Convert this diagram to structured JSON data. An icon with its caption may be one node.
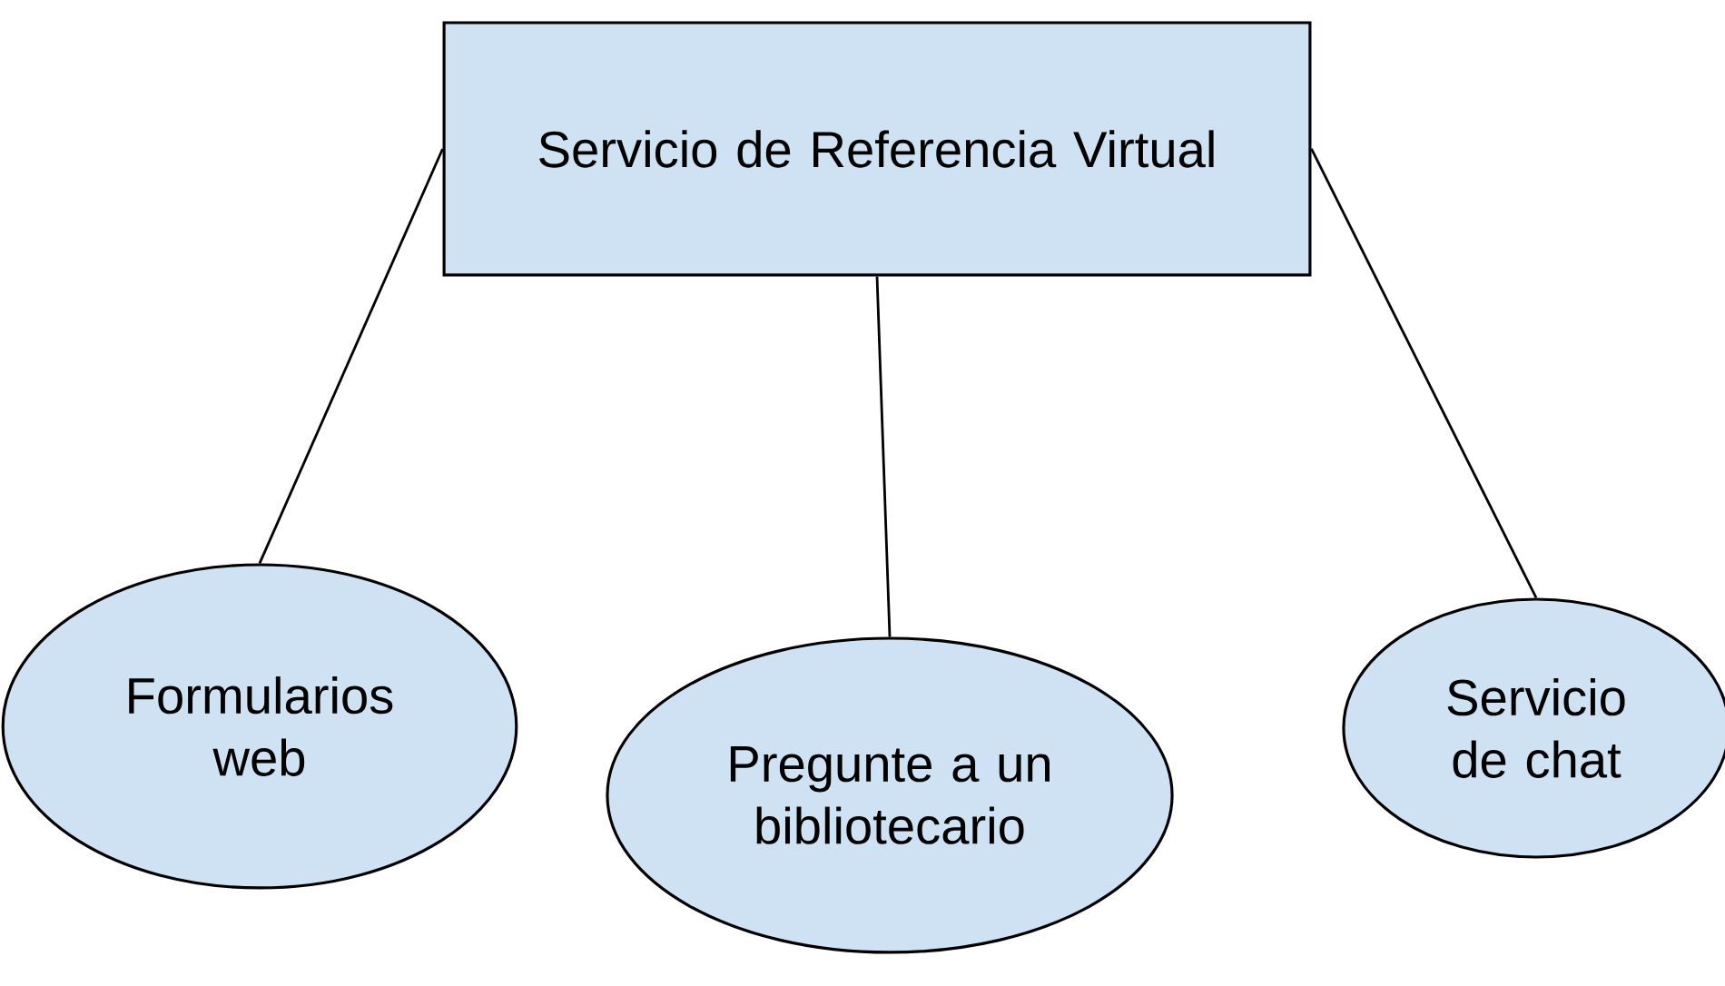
{
  "diagram": {
    "nodes": [
      {
        "text": [
          "Servicio de Referencia Virtual"
        ]
      },
      {
        "text": [
          "Formularios web"
        ]
      },
      {
        "text": [
          "Pregunte a un bibliotecario"
        ]
      },
      {
        "text": [
          "Servicio de chat"
        ]
      }
    ],
    "edges": [
      {
        "from": 0,
        "to": 1,
        "arrow": "none"
      },
      {
        "from": 0,
        "to": 2,
        "arrow": "none"
      },
      {
        "from": 0,
        "to": 3,
        "arrow": "none"
      }
    ]
  }
}
